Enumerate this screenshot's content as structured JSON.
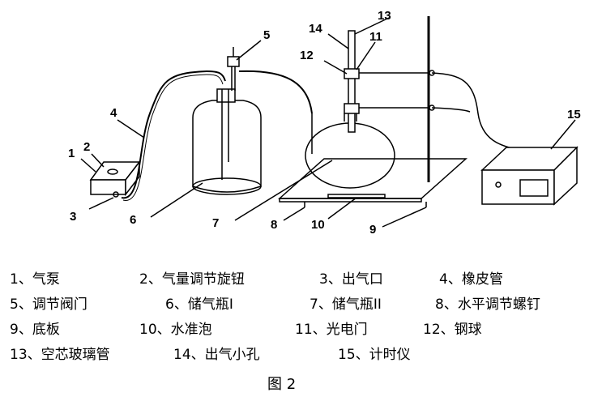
{
  "figure": {
    "callouts": [
      "1",
      "2",
      "3",
      "4",
      "5",
      "6",
      "7",
      "8",
      "9",
      "10",
      "11",
      "12",
      "13",
      "14",
      "15"
    ]
  },
  "legend": {
    "rows": [
      [
        "1、气泵",
        "2、气量调节旋钮",
        "3、出气口",
        "4、橡皮管"
      ],
      [
        "5、调节阀门",
        "6、储气瓶I",
        "7、储气瓶II",
        "8、水平调节螺钉"
      ],
      [
        "9、底板",
        "10、水准泡",
        "11、光电门",
        "12、钢球"
      ],
      [
        "13、空芯玻璃管",
        "14、出气小孔",
        "15、计时仪"
      ]
    ]
  },
  "caption": "图  2"
}
